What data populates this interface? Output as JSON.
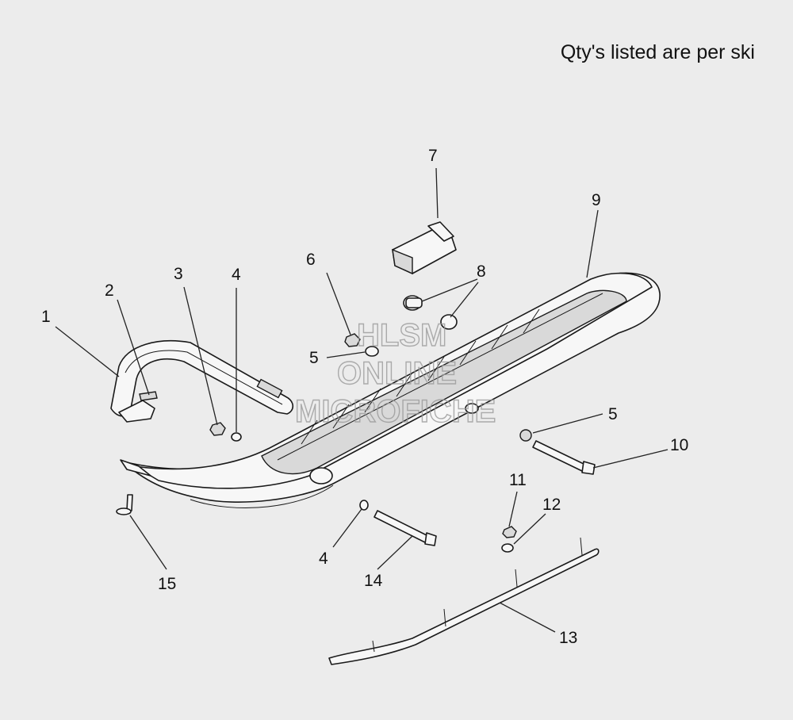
{
  "note": "Qty's listed are per ski",
  "watermark": {
    "line1": "HLSM",
    "line2": "ONLINE",
    "line3": "MICROFICHE"
  },
  "callouts": [
    {
      "id": "c1",
      "label": "1"
    },
    {
      "id": "c2",
      "label": "2"
    },
    {
      "id": "c3",
      "label": "3"
    },
    {
      "id": "c4a",
      "label": "4"
    },
    {
      "id": "c4b",
      "label": "4"
    },
    {
      "id": "c5a",
      "label": "5"
    },
    {
      "id": "c5b",
      "label": "5"
    },
    {
      "id": "c6",
      "label": "6"
    },
    {
      "id": "c7",
      "label": "7"
    },
    {
      "id": "c8",
      "label": "8"
    },
    {
      "id": "c9",
      "label": "9"
    },
    {
      "id": "c10",
      "label": "10"
    },
    {
      "id": "c11",
      "label": "11"
    },
    {
      "id": "c12",
      "label": "12"
    },
    {
      "id": "c13",
      "label": "13"
    },
    {
      "id": "c14",
      "label": "14"
    },
    {
      "id": "c15",
      "label": "15"
    }
  ]
}
